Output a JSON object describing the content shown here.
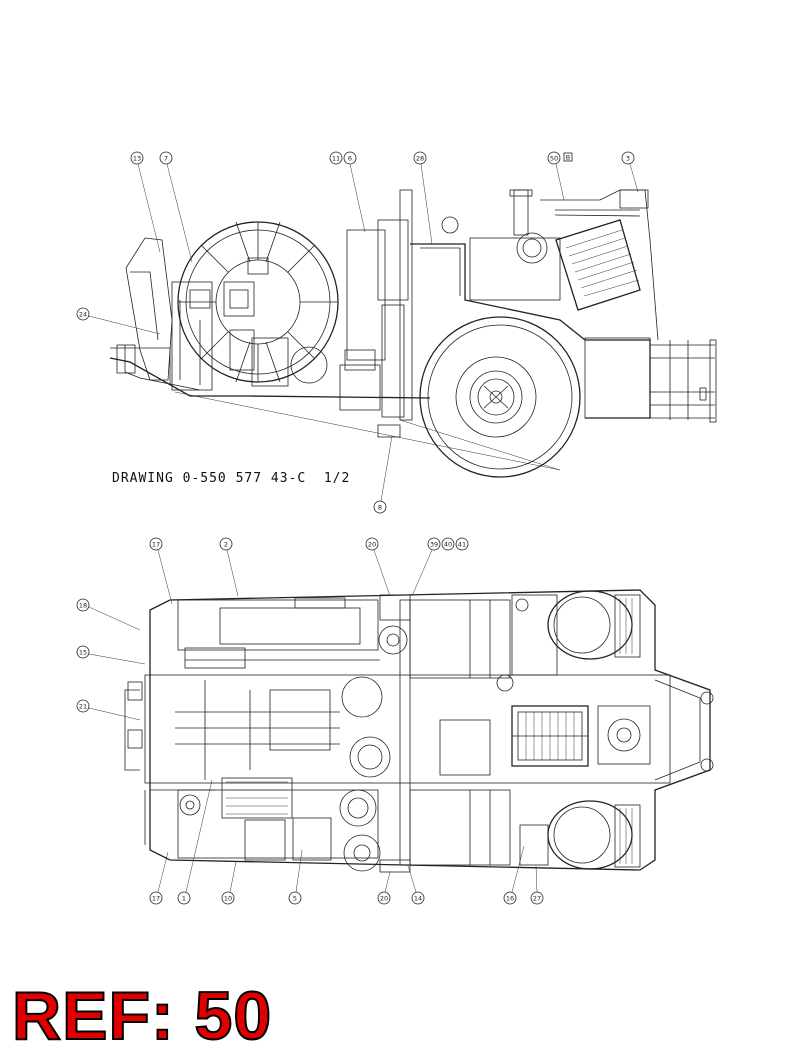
{
  "drawing_caption": "DRAWING 0-550 577 43-C  1/2",
  "ref_label": "REF: 50",
  "accent_color": "#e00000",
  "side_view_callouts": [
    "13",
    "7",
    "11",
    "6",
    "28",
    "50",
    "3",
    "24",
    "8"
  ],
  "side_view_flag": "B",
  "top_view_callouts": [
    "17",
    "2",
    "20",
    "39",
    "40",
    "41",
    "18",
    "15",
    "21",
    "17",
    "1",
    "10",
    "5",
    "20",
    "14",
    "16",
    "27"
  ]
}
